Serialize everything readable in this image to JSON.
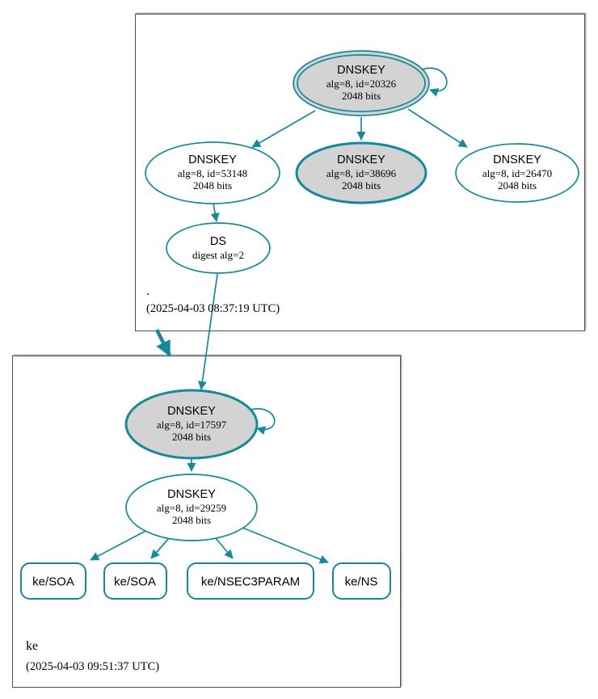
{
  "colors": {
    "edge": "#15889c",
    "node_fill_signing": "#d3d3d3",
    "node_fill_plain": "#ffffff",
    "cluster_border": "#4c4c4c"
  },
  "root_zone": {
    "name": ".",
    "timestamp": "(2025-04-03 08:37:19 UTC)",
    "ksk": {
      "title": "DNSKEY",
      "alg": "alg=8, id=20326",
      "bits": "2048 bits"
    },
    "zsk_left": {
      "title": "DNSKEY",
      "alg": "alg=8, id=53148",
      "bits": "2048 bits"
    },
    "zsk_mid": {
      "title": "DNSKEY",
      "alg": "alg=8, id=38696",
      "bits": "2048 bits"
    },
    "zsk_right": {
      "title": "DNSKEY",
      "alg": "alg=8, id=26470",
      "bits": "2048 bits"
    },
    "ds": {
      "title": "DS",
      "detail": "digest alg=2"
    }
  },
  "ke_zone": {
    "name": "ke",
    "timestamp": "(2025-04-03 09:51:37 UTC)",
    "ksk": {
      "title": "DNSKEY",
      "alg": "alg=8, id=17597",
      "bits": "2048 bits"
    },
    "zsk": {
      "title": "DNSKEY",
      "alg": "alg=8, id=29259",
      "bits": "2048 bits"
    },
    "rrsets": [
      {
        "label": "ke/SOA"
      },
      {
        "label": "ke/SOA"
      },
      {
        "label": "ke/NSEC3PARAM"
      },
      {
        "label": "ke/NS"
      }
    ]
  }
}
